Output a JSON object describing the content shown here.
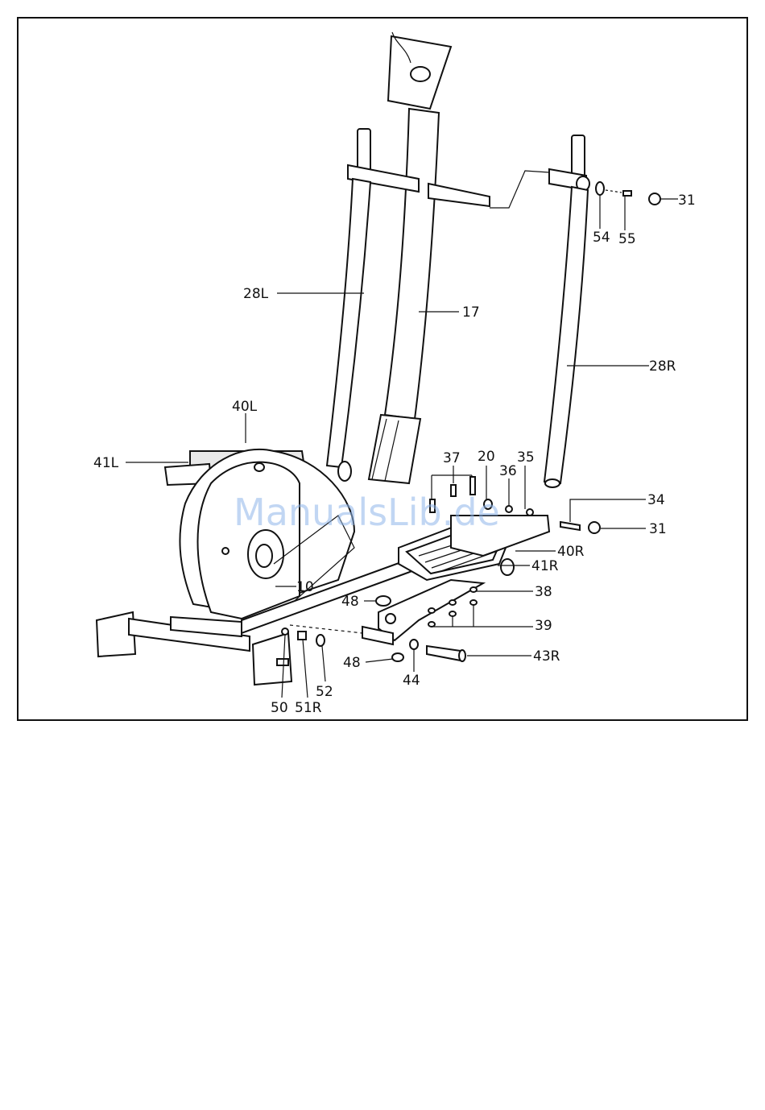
{
  "watermark": "ManualsLib.de",
  "labels": {
    "l31a": "31",
    "l54": "54",
    "l55": "55",
    "l28L": "28L",
    "l17": "17",
    "l28R": "28R",
    "l40L": "40L",
    "l41L": "41L",
    "l37": "37",
    "l20": "20",
    "l36": "36",
    "l35": "35",
    "l34": "34",
    "l31b": "31",
    "l40R": "40R",
    "l41R": "41R",
    "l10": "10",
    "l48a": "48",
    "l38": "38",
    "l39": "39",
    "l48b": "48",
    "l43R": "43R",
    "l44": "44",
    "l52": "52",
    "l50": "50",
    "l51R": "51R"
  }
}
